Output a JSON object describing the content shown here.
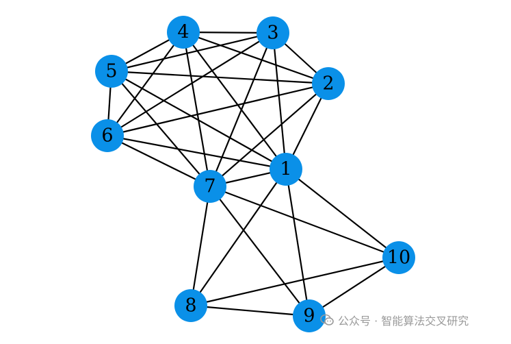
{
  "graph": {
    "node_color": "#0a90e8",
    "edge_color": "#000000",
    "nodes": [
      {
        "id": "1",
        "label": "1"
      },
      {
        "id": "2",
        "label": "2"
      },
      {
        "id": "3",
        "label": "3"
      },
      {
        "id": "4",
        "label": "4"
      },
      {
        "id": "5",
        "label": "5"
      },
      {
        "id": "6",
        "label": "6"
      },
      {
        "id": "7",
        "label": "7"
      },
      {
        "id": "8",
        "label": "8"
      },
      {
        "id": "9",
        "label": "9"
      },
      {
        "id": "10",
        "label": "10"
      }
    ],
    "edges": [
      [
        "4",
        "3"
      ],
      [
        "4",
        "5"
      ],
      [
        "4",
        "6"
      ],
      [
        "4",
        "7"
      ],
      [
        "4",
        "1"
      ],
      [
        "4",
        "2"
      ],
      [
        "3",
        "5"
      ],
      [
        "3",
        "6"
      ],
      [
        "3",
        "7"
      ],
      [
        "3",
        "1"
      ],
      [
        "3",
        "2"
      ],
      [
        "5",
        "6"
      ],
      [
        "5",
        "2"
      ],
      [
        "5",
        "7"
      ],
      [
        "5",
        "1"
      ],
      [
        "6",
        "2"
      ],
      [
        "6",
        "1"
      ],
      [
        "6",
        "7"
      ],
      [
        "2",
        "1"
      ],
      [
        "2",
        "7"
      ],
      [
        "7",
        "1"
      ],
      [
        "7",
        "8"
      ],
      [
        "7",
        "9"
      ],
      [
        "7",
        "10"
      ],
      [
        "1",
        "8"
      ],
      [
        "1",
        "9"
      ],
      [
        "1",
        "10"
      ],
      [
        "8",
        "9"
      ],
      [
        "8",
        "10"
      ],
      [
        "9",
        "10"
      ]
    ]
  },
  "watermark": {
    "icon": "wechat-icon",
    "text": "公众号 · 智能算法交叉研究"
  }
}
